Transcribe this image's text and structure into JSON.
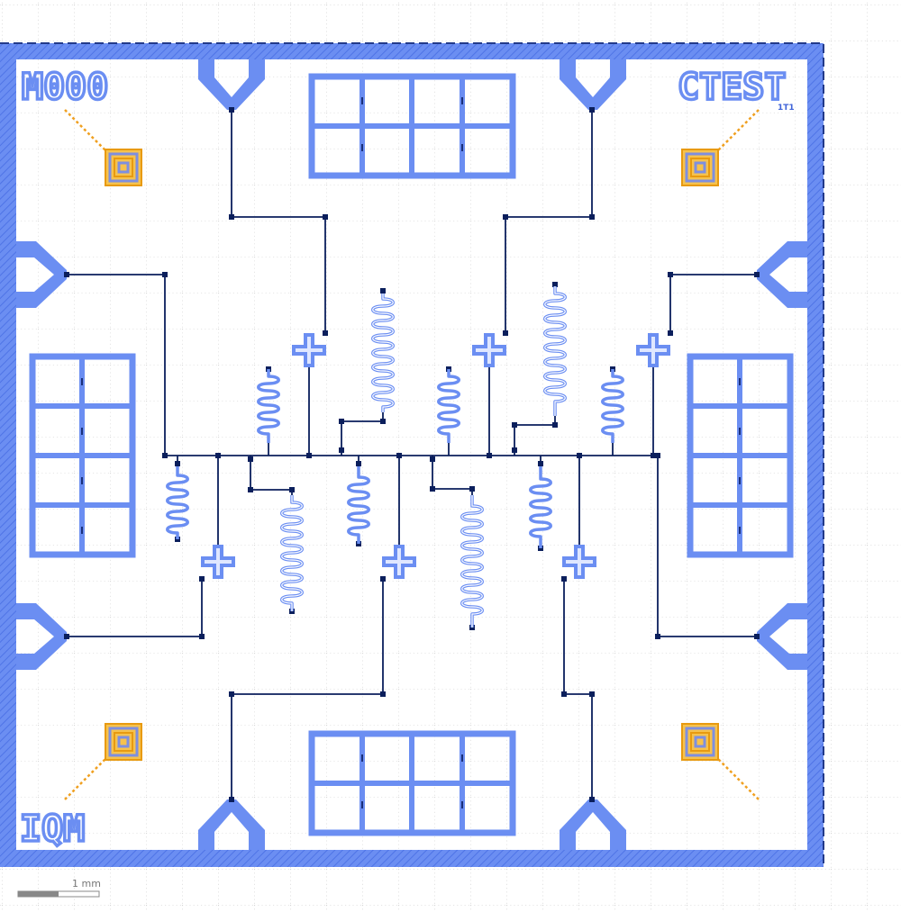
{
  "chip": {
    "name_top_left": "M000",
    "name_top_right": "CTEST",
    "subname_top_right": "1T1",
    "name_bottom_left": "IQM"
  },
  "scale_bar": {
    "label": "1 mm"
  },
  "colors": {
    "metal": "#6b8ef2",
    "metal_dark": "#3f63d8",
    "trace": "#0b1f5c",
    "marker": "#f0a020",
    "grid": "#b5b5b5",
    "frame_dash": "#223a8a"
  },
  "icons": {
    "alignment_marker": "alignment-marker-icon",
    "launcher_pad": "launcher-pad-icon",
    "flux_pad_array": "pad-array-icon",
    "qubit": "qubit-cross-icon",
    "resonator": "meander-resonator-icon"
  }
}
